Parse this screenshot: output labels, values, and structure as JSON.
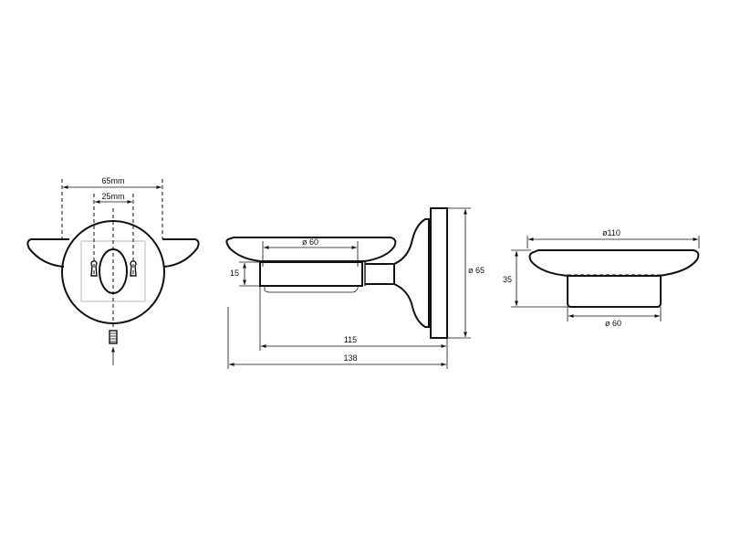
{
  "dimensions": {
    "front_overall_width": "65mm",
    "front_hole_spacing": "25mm",
    "side_bowl_diameter": "ø 60",
    "side_height": "15",
    "side_projection": "115",
    "side_overall": "138",
    "plate_diameter": "ø 65",
    "dish_diameter": "ø110",
    "dish_height": "35",
    "dish_base_diameter": "ø 60"
  },
  "colors": {
    "line": "#111111",
    "guide": "#bbbbbb",
    "background": "#ffffff"
  }
}
